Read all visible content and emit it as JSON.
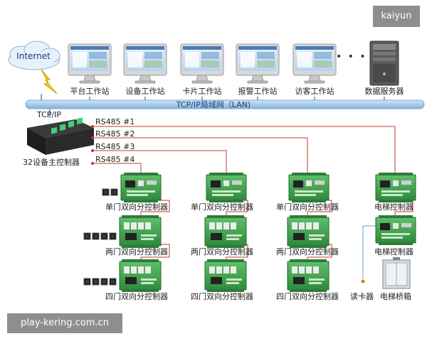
{
  "watermark_top": "kaiyun",
  "watermark_bottom": "play-kering.com.cn",
  "internet_label": "Internet",
  "lan_label": "TCP/IP局域网（LAN)",
  "tcpip_label": "TCP/IP",
  "more_dots": "• • •",
  "workstations": [
    "平台工作站",
    "设备工作站",
    "卡片工作站",
    "报警工作站",
    "访客工作站"
  ],
  "data_server": "数据服务器",
  "main_controller": "32设备主控制器",
  "rs485": [
    "RS485  #1",
    "RS485  #2",
    "RS485  #3",
    "RS485  #4"
  ],
  "controllers": {
    "single_door": "单门双向分控制器",
    "two_door": "两门双向分控制器",
    "four_door": "四门双向分控制器",
    "elevator": "电梯控制器",
    "card_reader": "读卡器",
    "elevator_car": "电梯桥箱"
  },
  "colors": {
    "lan_bar": "#a9cbe6",
    "rs485_line": "#c0392b",
    "board_green": "#3f9a4a",
    "wire_blue": "#6a9fc8"
  }
}
